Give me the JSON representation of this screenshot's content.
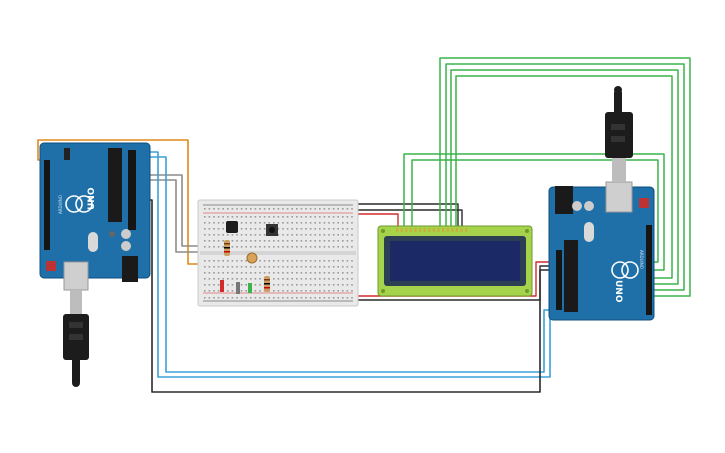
{
  "arduino_left": {
    "brand_label": "UNO",
    "maker_label": "ARDUINO"
  },
  "arduino_right": {
    "brand_label": "UNO",
    "maker_label": "ARDUINO"
  },
  "colors": {
    "board_blue": "#1f6fa8",
    "board_dark": "#0f5a8c",
    "breadboard": "#e9e9e9",
    "lcd_green": "#a6d34c",
    "lcd_screen": "#1b2a66",
    "wire_orange": "#e08a1a",
    "wire_blue": "#3aa0d8",
    "wire_gray": "#8c8c8c",
    "wire_black": "#2a2a2a",
    "wire_green": "#3cb44b",
    "wire_red": "#d42a2a"
  }
}
